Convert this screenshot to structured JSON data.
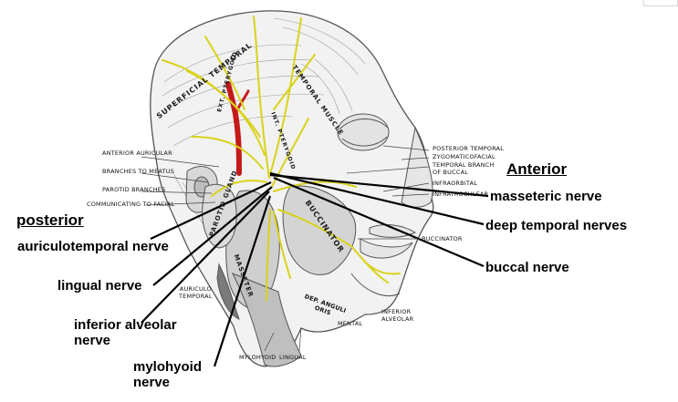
{
  "labels": {
    "anterior": "Anterior",
    "posterior": "posterior",
    "masseteric": "masseteric nerve",
    "deep_temporal": "deep temporal nerves",
    "buccal": "buccal nerve",
    "auriculotemporal": "auriculotemporal nerve",
    "lingual": "lingual nerve",
    "inferior_alveolar_1": "inferior alveolar",
    "inferior_alveolar_2": "nerve",
    "mylohyoid_1": "mylohyoid",
    "mylohyoid_2": "nerve"
  },
  "anatomy_labels": {
    "superficial_temporal": "SUPERFICIAL TEMPORAL",
    "temporal_muscle": "TEMPORAL MUSCLE",
    "anterior_auricular": "ANTERIOR AURICULAR",
    "branches_to_meatus": "BRANCHES TO MEATUS",
    "parotid_branches": "PAROTID BRANCHES",
    "communicating_to_facial": "COMMUNICATING TO FACIAL",
    "posterior_temporal": "POSTERIOR TEMPORAL",
    "zygomaticofacial": "ZYGOMATICOFACIAL",
    "temporal_branch_of_buccal_1": "TEMPORAL BRANCH",
    "temporal_branch_of_buccal_2": "OF BUCCAL",
    "infraorbital": "INFRAORBITAL",
    "infratrochlear": "INFRATROCHLEAR",
    "buccinator": "BUCCINATOR",
    "buccinator_small": "BUCCINATOR",
    "parotid_gland": "PAROTID GLAND",
    "masseter": "MASSETER",
    "auriculo_temporal_1": "AURICULO",
    "auriculo_temporal_2": "TEMPORAL",
    "dep_anguli_oris_1": "DEP. ANGULI",
    "dep_anguli_oris_2": "ORIS",
    "mental": "MENTAL",
    "inferior_alveolar_1": "INFERIOR",
    "inferior_alveolar_2": "ALVEOLAR",
    "mylohyoid": "MYLOHYOID",
    "lingual": "LINGUAL",
    "ext_pterygoid": "EXT. PTERYGOID",
    "int_pterygoid": "INT. PTERYGOID"
  },
  "colors": {
    "nerve": "#d9d21c",
    "artery": "#c41a1a",
    "sketch": "#6b6b6b",
    "pointer": "#000000"
  }
}
